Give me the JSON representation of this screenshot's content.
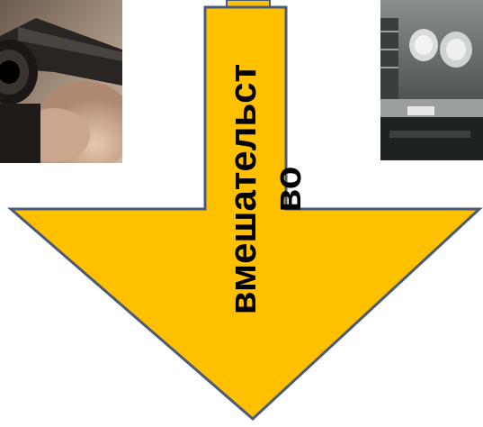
{
  "arrow": {
    "label_line1": "вмешательст",
    "label_line2": "во"
  },
  "colors": {
    "arrow_fill": "#ffc000",
    "arrow_stroke": "#4a5a78",
    "background": "#ffffff"
  },
  "images": {
    "left": "handgun-photo",
    "right": "car-photo"
  }
}
